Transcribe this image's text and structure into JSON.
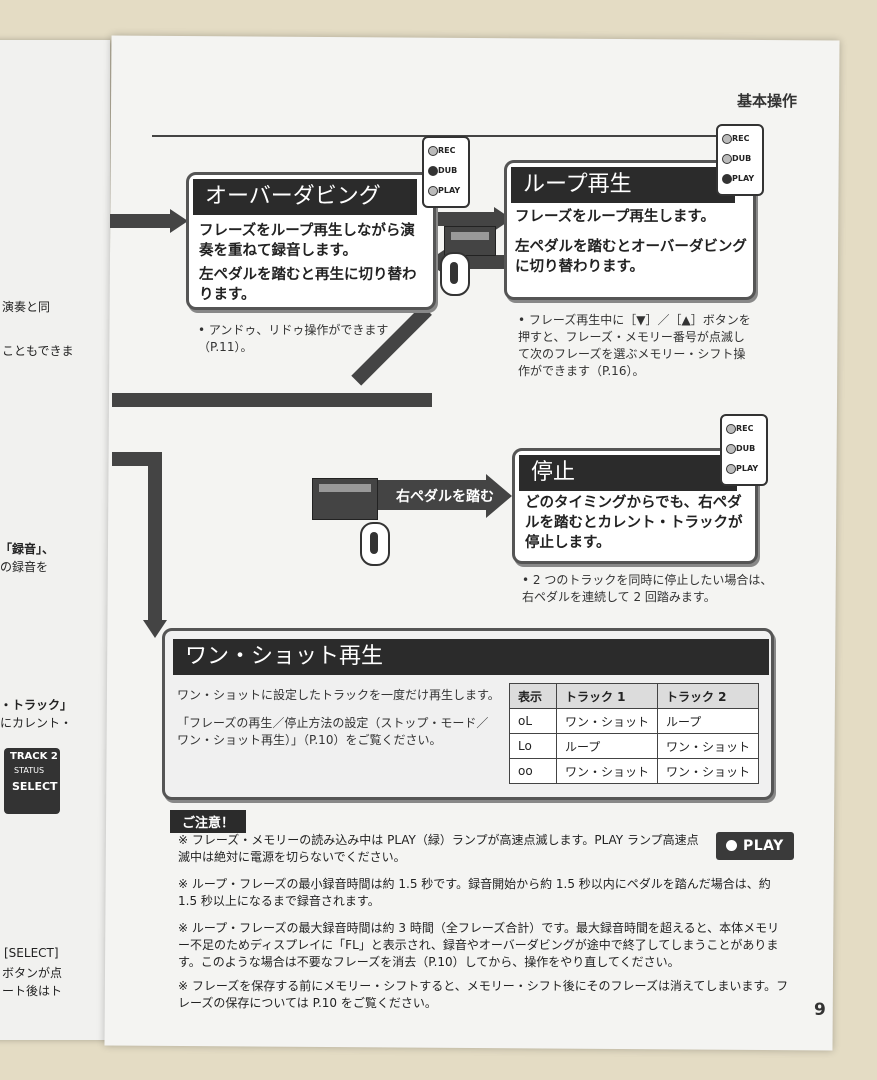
{
  "header": {
    "section_title": "基本操作"
  },
  "overdub": {
    "title": "オーバーダビング",
    "body_1": "フレーズをループ再生しながら演奏を重ねて録音します。",
    "body_2": "左ペダルを踏むと再生に切り替わります。",
    "note": "• アンドゥ、リドゥ操作ができます（P.11）。",
    "indicator": [
      "REC",
      "DUB",
      "PLAY"
    ]
  },
  "loop_play": {
    "title": "ループ再生",
    "body_1": "フレーズをループ再生します。",
    "body_2": "左ペダルを踏むとオーバーダビングに切り替わります。",
    "note": "• フレーズ再生中に［▼］／［▲］ボタンを押すと、フレーズ・メモリー番号が点滅して次のフレーズを選ぶメモリー・シフト操作ができます（P.16）。",
    "indicator": [
      "REC",
      "DUB",
      "PLAY"
    ]
  },
  "stop": {
    "title": "停止",
    "arrow_label": "右ペダルを踏む",
    "body": "どのタイミングからでも、右ペダルを踏むとカレント・トラックが停止します。",
    "note": "• 2 つのトラックを同時に停止したい場合は、右ペダルを連続して 2 回踏みます。",
    "indicator": [
      "REC",
      "DUB",
      "PLAY"
    ]
  },
  "one_shot": {
    "title": "ワン・ショット再生",
    "body_1": "ワン・ショットに設定したトラックを一度だけ再生します。",
    "body_2": "「フレーズの再生／停止方法の設定（ストップ・モード／ワン・ショット再生）」（P.10）をご覧ください。",
    "table": {
      "headers": [
        "表示",
        "トラック 1",
        "トラック 2"
      ],
      "rows": [
        [
          "oL",
          "ワン・ショット",
          "ループ"
        ],
        [
          "Lo",
          "ループ",
          "ワン・ショット"
        ],
        [
          "oo",
          "ワン・ショット",
          "ワン・ショット"
        ]
      ]
    }
  },
  "caution": {
    "label": "ご注意！",
    "items": [
      "※ フレーズ・メモリーの読み込み中は PLAY（緑）ランプが高速点滅します。PLAY ランプ高速点滅中は絶対に電源を切らないでください。",
      "※ ループ・フレーズの最小録音時間は約 1.5 秒です。録音開始から約 1.5 秒以内にペダルを踏んだ場合は、約 1.5 秒以上になるまで録音されます。",
      "※ ループ・フレーズの最大録音時間は約 3 時間（全フレーズ合計）です。最大録音時間を超えると、本体メモリー不足のためディスプレイに「FL」と表示され、録音やオーバーダビングが途中で終了してしまうことがあります。このような場合は不要なフレーズを消去（P.10）してから、操作をやり直してください。",
      "※ フレーズを保存する前にメモリー・シフトすると、メモリー・シフト後にそのフレーズは消えてしまいます。フレーズの保存については P.10 をご覧ください。"
    ],
    "play_badge": "PLAY"
  },
  "page_number": "9",
  "left_page": {
    "frag_1": "演奏と同",
    "frag_2": "こともできま",
    "frag_3": "「録音」、",
    "frag_4": "の録音を",
    "frag_5": "・トラック」",
    "frag_6": "にカレント・",
    "frag_7": "TRACK 2",
    "frag_8": "STATUS",
    "frag_9": "SELECT",
    "frag_10": "[SELECT]",
    "frag_11": "ボタンが点",
    "frag_12": "ート後はト"
  }
}
